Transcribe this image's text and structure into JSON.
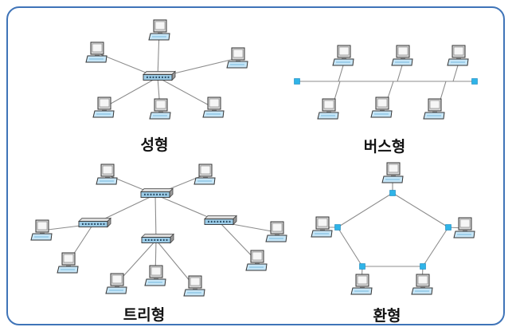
{
  "topologies": [
    {
      "id": "star",
      "label": "성형"
    },
    {
      "id": "bus",
      "label": "버스형"
    },
    {
      "id": "tree",
      "label": "트리형"
    },
    {
      "id": "ring",
      "label": "환형"
    }
  ],
  "colors": {
    "frame": "#3f74b8",
    "link": "#8c8c8c",
    "node_accent": "#2fb4e8",
    "monitor_body": "#d9d9d9",
    "screen": "#f6f6f6",
    "base": "#c7e6f7",
    "hub": "#9ccbe6"
  },
  "icons": [
    "computer-icon",
    "hub-icon",
    "bus-terminator-icon",
    "ring-node-icon"
  ]
}
